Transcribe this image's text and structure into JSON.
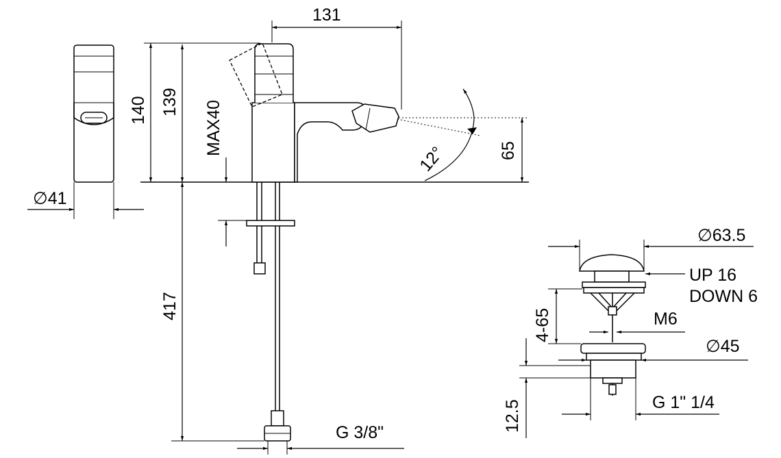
{
  "dimensions": {
    "spout_reach": "131",
    "total_height": "140",
    "height_139": "139",
    "max_deck": "MAX40",
    "body_diameter": "∅41",
    "spout_height": "65",
    "jet_angle": "12°",
    "hose_length": "417",
    "hose_thread": "G 3/8\"",
    "plug_diameter": "∅63.5",
    "plug_up": "UP 16",
    "plug_down": "DOWN 6",
    "waste_range": "4-65",
    "screw": "M6",
    "flange_diameter": "∅45",
    "thread_length": "12.5",
    "waste_thread": "G 1\" 1/4"
  }
}
